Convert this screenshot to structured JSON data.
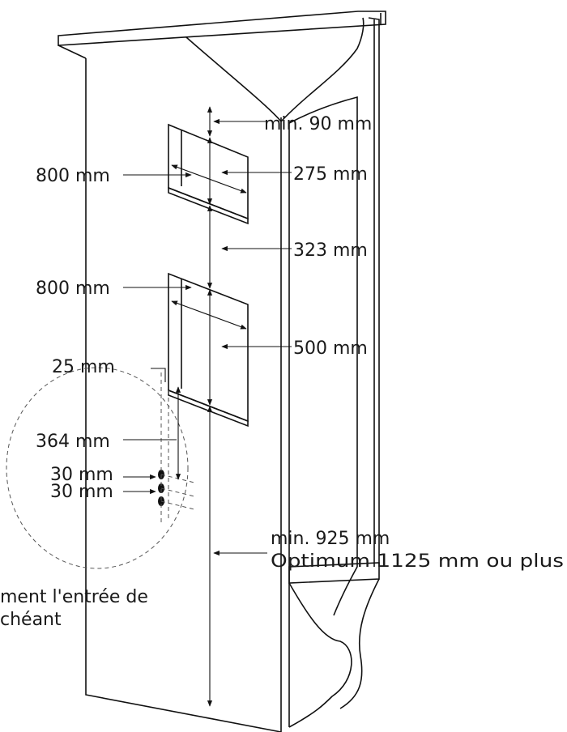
{
  "labels": {
    "top_clearance": "min. 90 mm",
    "upper_width": "800 mm",
    "upper_height": "275 mm",
    "gap_between": "323 mm",
    "lower_width": "800 mm",
    "lower_height": "500 mm",
    "offset_25": "25 mm",
    "offset_364": "364 mm",
    "spacing_30_a": "30 mm",
    "spacing_30_b": "30 mm",
    "bottom_min": "min. 925 mm",
    "bottom_optimum": "Optimum 1125 mm ou plus",
    "note_line1": "ment l'entrée de",
    "note_line2": "chéant"
  }
}
